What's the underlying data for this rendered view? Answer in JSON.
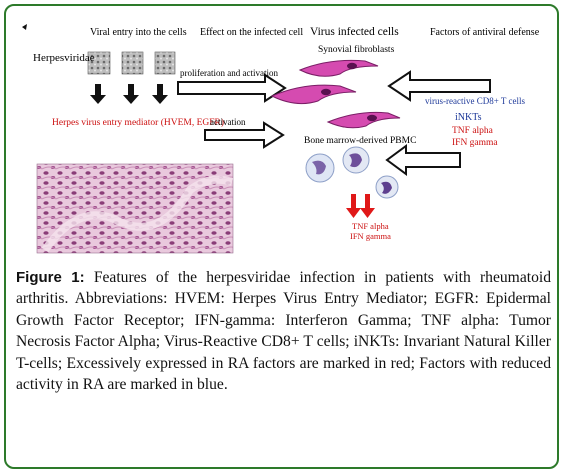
{
  "figure": {
    "headers": {
      "viral_entry": "Viral entry into the cells",
      "effect": "Effect on the infected cell",
      "virus_infected": "Virus infected cells",
      "factors": "Factors of antiviral defense"
    },
    "herpesviridae": "Herpesviridae",
    "entry_mediator": "Herpes virus entry mediator (HVEM, EGFR)",
    "proliferation": "proliferation and activation",
    "activation": "activation",
    "synovial": "Synovial fibroblasts",
    "bone_marrow": "Bone marrow-derived PBMC",
    "cd8": "virus-reactive CD8+ T cells",
    "inkts": "iNKTs",
    "tnf_right": "TNF alpha",
    "ifn_right": "IFN gamma",
    "tnf_bottom": "TNF alpha",
    "ifn_bottom": "IFN gamma",
    "colors": {
      "red": "#cc1010",
      "blue": "#1f3a9a",
      "border": "#2d7a2a"
    }
  },
  "caption": {
    "label": "Figure 1:",
    "text": " Features of the herpesviridae infection in patients with rheumatoid arthritis. Abbreviations: HVEM: Herpes Virus Entry Mediator; EGFR: Epidermal Growth Factor Receptor; IFN-gamma: Interferon Gamma; TNF alpha: Tumor Necrosis Factor Alpha; Virus-Reactive CD8+ T cells; iNKTs: Invariant Natural Killer T-cells; Excessively expressed in RA factors are marked in red; Factors with reduced activity in RA are marked in blue."
  }
}
